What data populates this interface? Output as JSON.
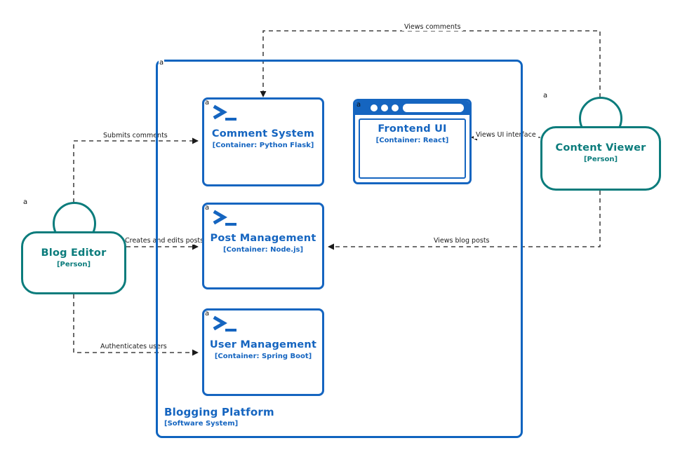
{
  "diagram": {
    "type": "c4-container-diagram",
    "colors": {
      "system_blue": "#1565c0",
      "boundary_blue": "#0f64bf",
      "person_teal": "#0b7c7c",
      "edge_black": "#1a1a1a",
      "background": "#ffffff"
    }
  },
  "boundary": {
    "title": "Blogging Platform",
    "subtitle": "[Software System]",
    "badge": "a"
  },
  "containers": [
    {
      "id": "comment-system",
      "title": "Comment System",
      "subtitle": "[Container: Python Flask]",
      "technology": "Python Flask",
      "shape": "terminal",
      "badge": "a"
    },
    {
      "id": "frontend-ui",
      "title": "Frontend UI",
      "subtitle": "[Container: React]",
      "technology": "React",
      "shape": "browser-window",
      "badge": "a"
    },
    {
      "id": "post-management",
      "title": "Post Management",
      "subtitle": "[Container: Node.js]",
      "technology": "Node.js",
      "shape": "terminal",
      "badge": "a"
    },
    {
      "id": "user-management",
      "title": "User Management",
      "subtitle": "[Container: Spring Boot]",
      "technology": "Spring Boot",
      "shape": "terminal",
      "badge": "a"
    }
  ],
  "people": [
    {
      "id": "blog-editor",
      "title": "Blog Editor",
      "subtitle": "[Person]",
      "badge": "a"
    },
    {
      "id": "content-viewer",
      "title": "Content Viewer",
      "subtitle": "[Person]",
      "badge": "a"
    }
  ],
  "relationships": [
    {
      "id": "views-comments",
      "label": "Views comments",
      "from": "content-viewer",
      "to": "comment-system"
    },
    {
      "id": "submits-comments",
      "label": "Submits comments",
      "from": "blog-editor",
      "to": "comment-system"
    },
    {
      "id": "creates-and-edits-posts",
      "label": "Creates and edits posts",
      "from": "blog-editor",
      "to": "post-management"
    },
    {
      "id": "authenticates-users",
      "label": "Authenticates users",
      "from": "blog-editor",
      "to": "user-management"
    },
    {
      "id": "views-ui-interface",
      "label": "Views UI interface",
      "from": "content-viewer",
      "to": "frontend-ui"
    },
    {
      "id": "views-blog-posts",
      "label": "Views blog posts",
      "from": "content-viewer",
      "to": "post-management"
    }
  ]
}
